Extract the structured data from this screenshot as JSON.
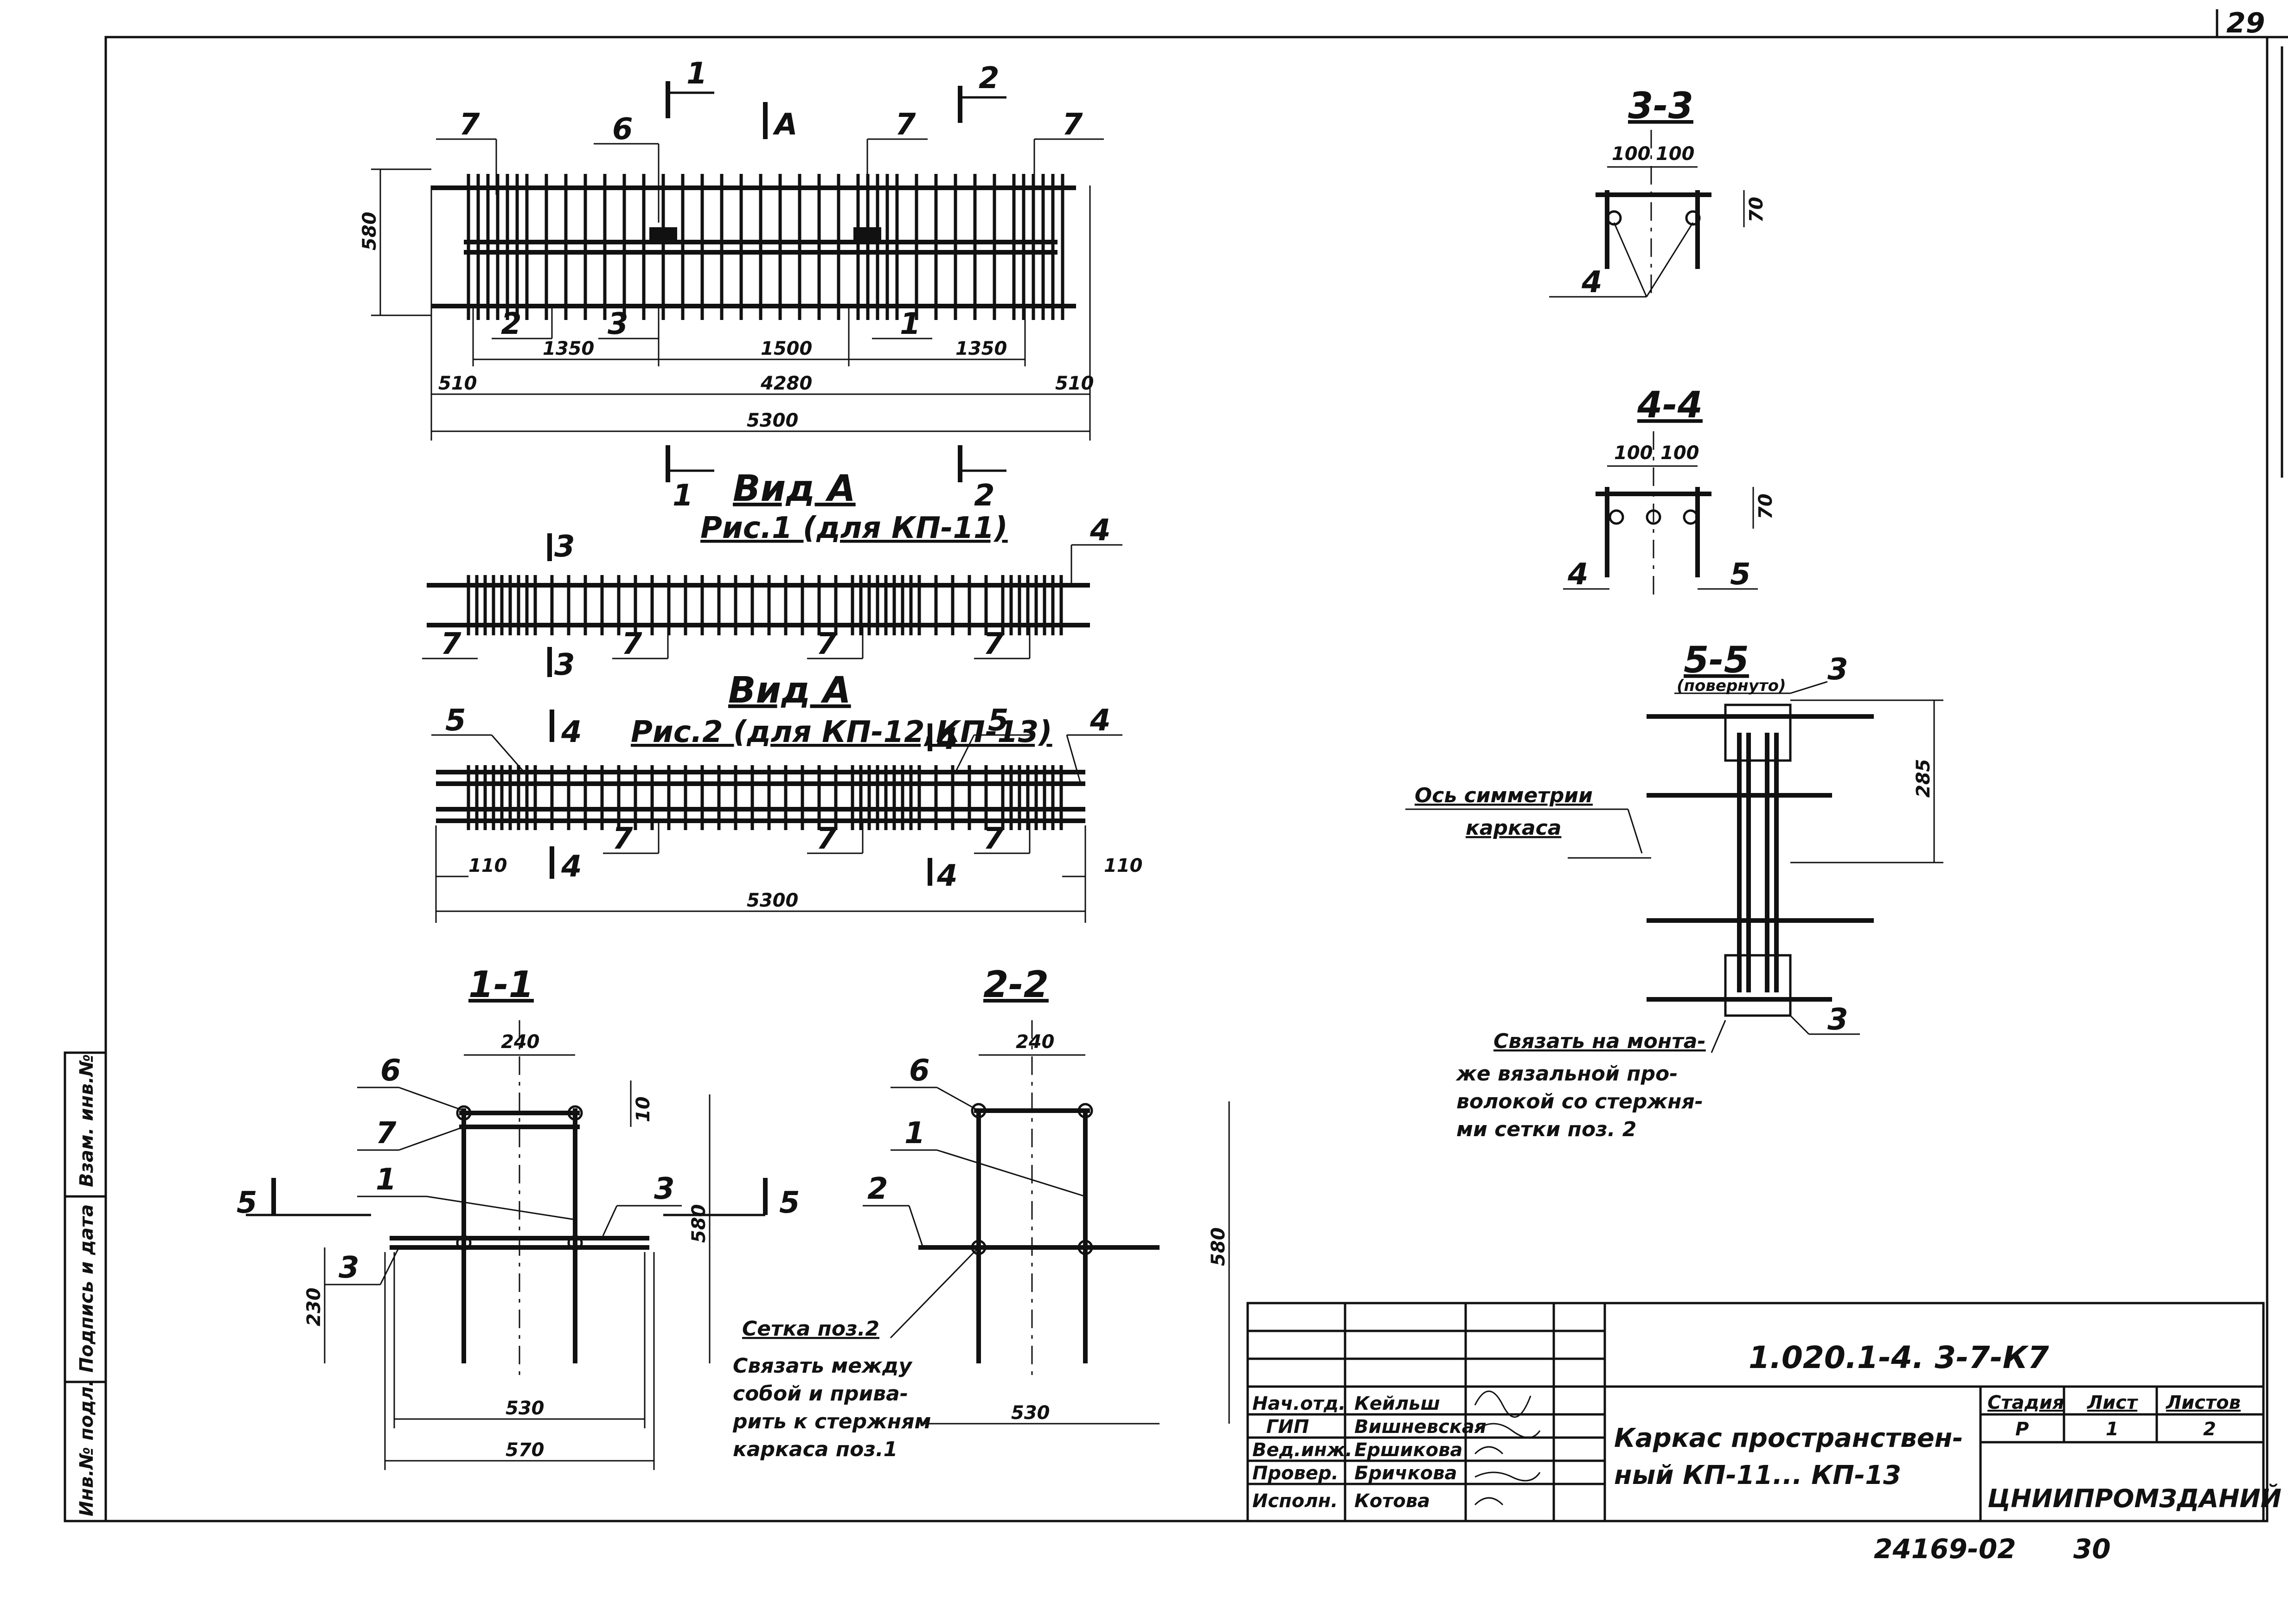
{
  "sheet": {
    "page_number": "29",
    "archive_number": "24169-02",
    "archive_page": "30"
  },
  "plan": {
    "cut_1": "1",
    "cut_2": "2",
    "view_a": "A",
    "pos": [
      "7",
      "6",
      "7",
      "7",
      "2",
      "3",
      "1"
    ],
    "dims": {
      "height": "580",
      "left": "1350",
      "mid": "1500",
      "right": "1350",
      "edge_l": "510",
      "inner": "4280",
      "edge_r": "510",
      "total": "5300"
    }
  },
  "view1": {
    "title": "Вид А",
    "caption": "Рис.1 (для КП-11)",
    "cut": "3",
    "pos": [
      "4",
      "7",
      "7",
      "7",
      "7"
    ]
  },
  "view2": {
    "title": "Вид А",
    "caption": "Рис.2 (для КП-12,КП-13)",
    "cut": "4",
    "pos": [
      "5",
      "5",
      "4",
      "7",
      "7",
      "7"
    ],
    "dims": {
      "left": "110",
      "total": "5300",
      "right": "110"
    }
  },
  "sec11": {
    "title": "1-1",
    "cut": "5",
    "pos": [
      "6",
      "7",
      "1",
      "3",
      "3"
    ],
    "dims": {
      "width": "240",
      "top": "10",
      "height": "580",
      "low": "230",
      "inner": "530",
      "outer": "570"
    }
  },
  "sec22": {
    "title": "2-2",
    "pos": [
      "6",
      "1",
      "2"
    ],
    "dims": {
      "width": "240",
      "height": "580",
      "inner": "530"
    }
  },
  "note_setka": {
    "title": "Сетка поз.2",
    "lines": [
      "Связать между",
      "собой и прива-",
      "рить к стержням",
      "каркаса поз.1"
    ]
  },
  "sec33": {
    "title": "3-3",
    "pos": [
      "4"
    ],
    "dims": {
      "a": "100",
      "b": "100",
      "h": "70"
    }
  },
  "sec44": {
    "title": "4-4",
    "pos": [
      "4",
      "5"
    ],
    "dims": {
      "a": "100",
      "b": "100",
      "h": "70"
    }
  },
  "sec55": {
    "title": "5-5",
    "subtitle": "(повернуто)",
    "pos": [
      "3",
      "3"
    ],
    "dim": "285",
    "axis_label_1": "Ось симметрии",
    "axis_label_2": "каркаса",
    "note": [
      "Связать на монта-",
      "же вязальной про-",
      "волокой со стержня-",
      "ми сетки поз. 2"
    ]
  },
  "title_block": {
    "code": "1.020.1-4. 3-7-К7",
    "name_1": "Каркас пространствен-",
    "name_2": "ный КП-11... КП-13",
    "stage_h": "Стадия",
    "sheet_h": "Лист",
    "sheets_h": "Листов",
    "stage": "Р",
    "sheet": "1",
    "sheets": "2",
    "org": "ЦНИИПРОМЗДАНИЙ",
    "roles": [
      "Нач.отд.",
      "ГИП",
      "Вед.инж.",
      "Провер.",
      "Исполн."
    ],
    "names": [
      "Кейльш",
      "Вишневская",
      "Ершикова",
      "Бричкова",
      "Котова"
    ]
  },
  "side_stamp": [
    "Инв.№ подл.",
    "Подпись и дата",
    "Взам. инв.№"
  ]
}
